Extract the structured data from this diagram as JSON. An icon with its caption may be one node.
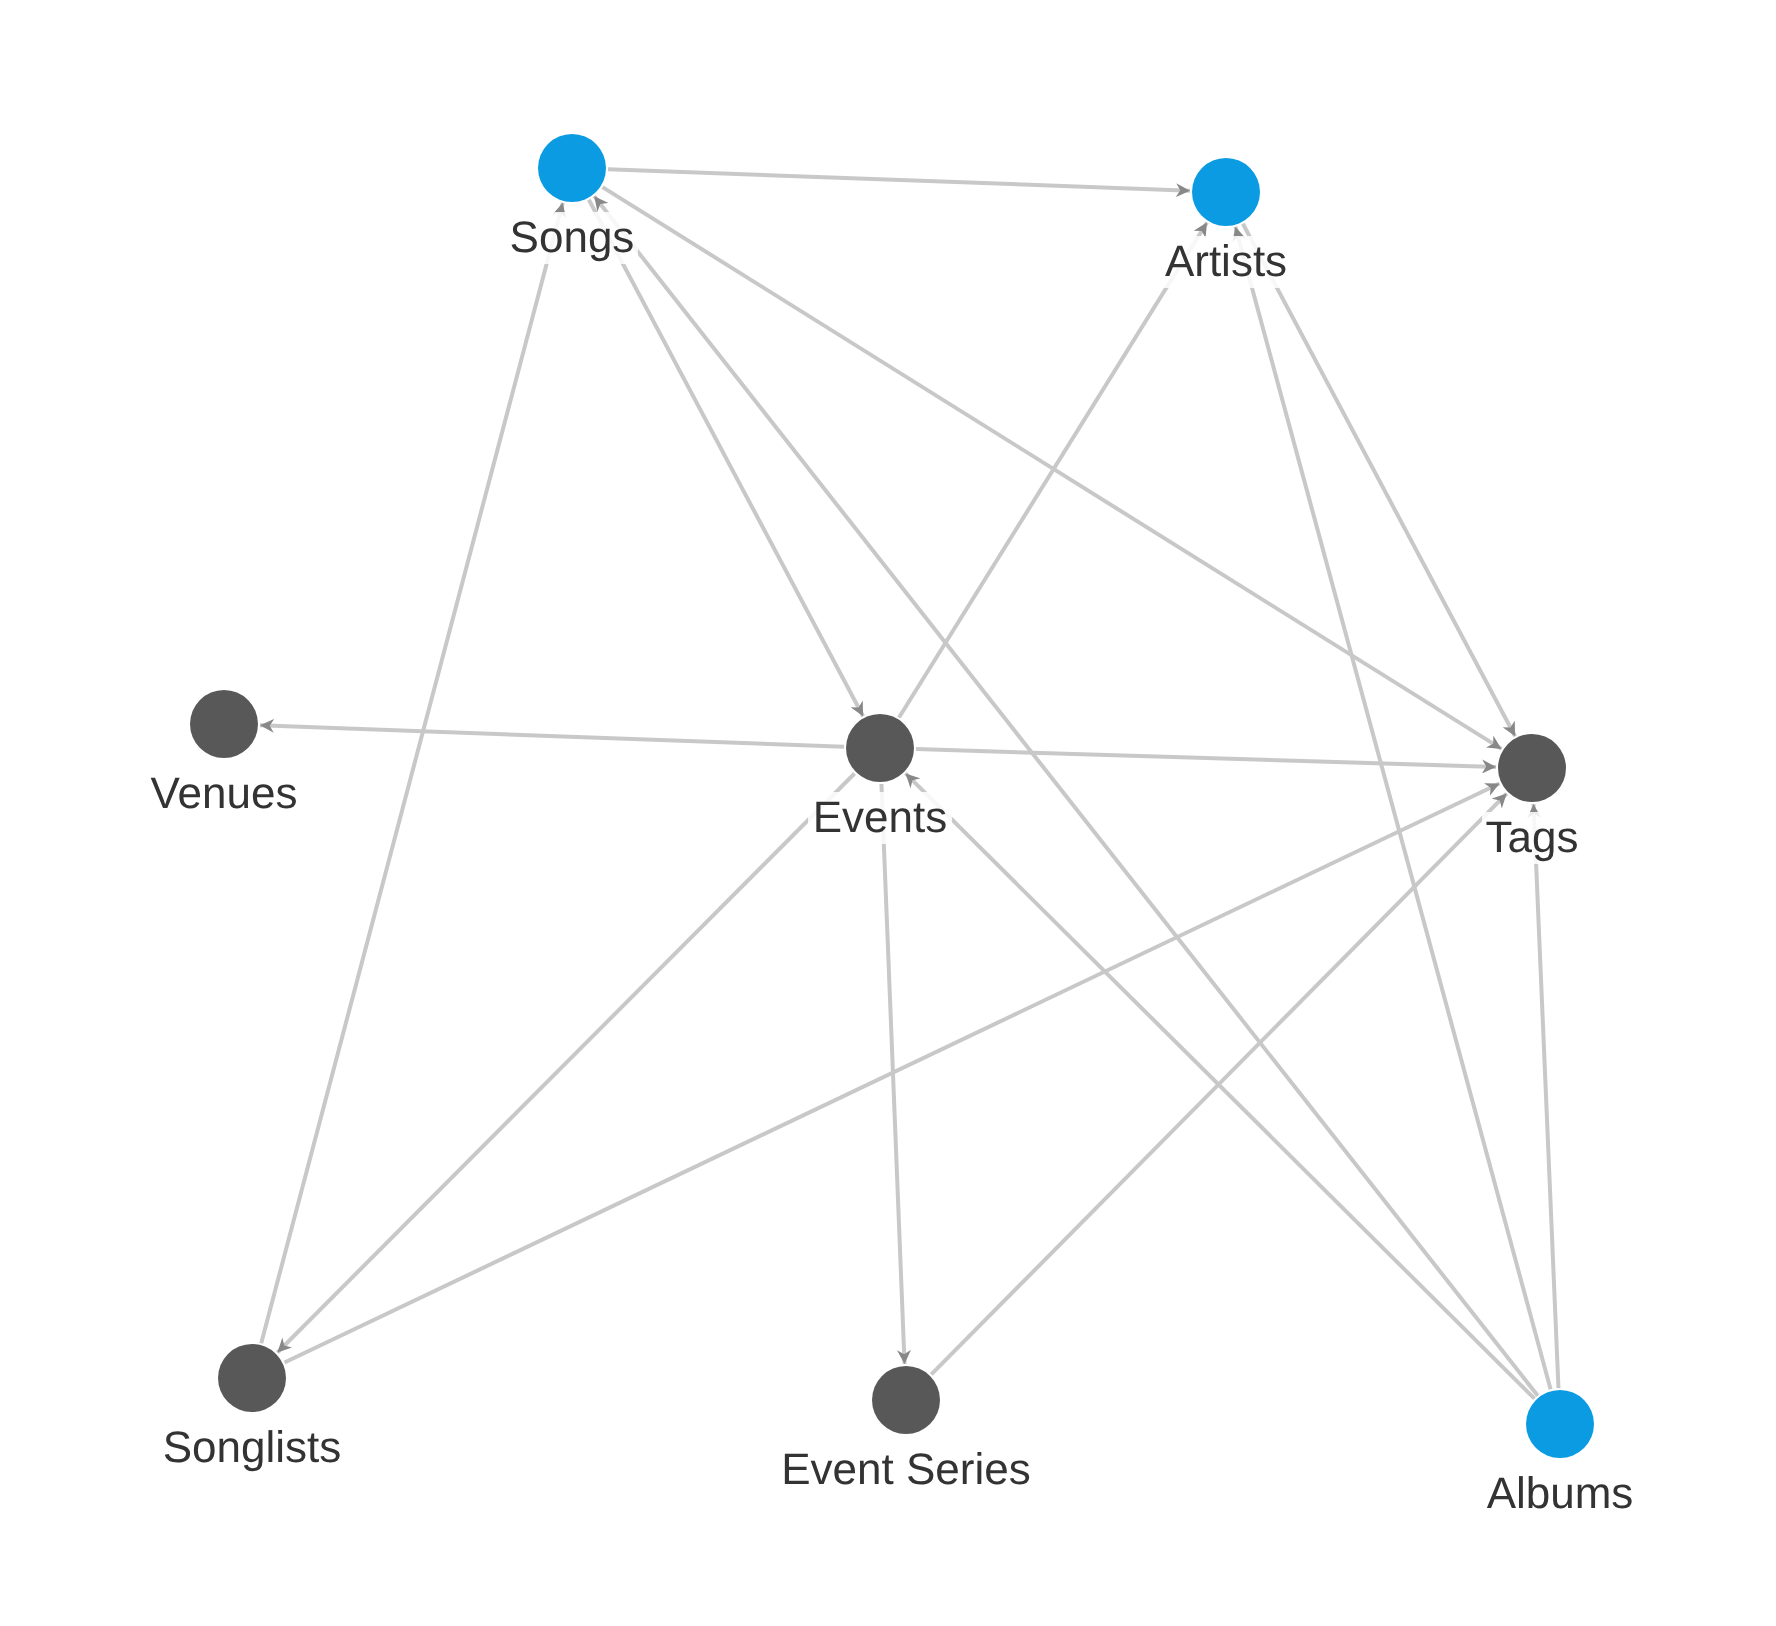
{
  "diagram": {
    "nodes": [
      {
        "text": [
          "Songs"
        ]
      },
      {
        "text": [
          "Artists"
        ]
      },
      {
        "text": [
          "Venues"
        ]
      },
      {
        "text": [
          "Events"
        ]
      },
      {
        "text": [
          "Tags"
        ]
      },
      {
        "text": [
          "Songlists"
        ]
      },
      {
        "text": [
          "Event Series"
        ]
      },
      {
        "text": [
          "Albums"
        ]
      }
    ],
    "edges": [
      {
        "from": 0,
        "to": 1,
        "arrow": "to"
      },
      {
        "from": 0,
        "to": 4,
        "arrow": "to"
      },
      {
        "from": 0,
        "to": 3,
        "arrow": "to"
      },
      {
        "from": 5,
        "to": 0,
        "arrow": "to"
      },
      {
        "from": 7,
        "to": 0,
        "arrow": "to"
      },
      {
        "from": 3,
        "to": 2,
        "arrow": "to"
      },
      {
        "from": 3,
        "to": 4,
        "arrow": "to"
      },
      {
        "from": 3,
        "to": 1,
        "arrow": "to"
      },
      {
        "from": 3,
        "to": 5,
        "arrow": "to"
      },
      {
        "from": 3,
        "to": 6,
        "arrow": "to"
      },
      {
        "from": 6,
        "to": 4,
        "arrow": "to"
      },
      {
        "from": 5,
        "to": 4,
        "arrow": "to"
      },
      {
        "from": 7,
        "to": 3,
        "arrow": "to"
      },
      {
        "from": 7,
        "to": 1,
        "arrow": "to"
      },
      {
        "from": 7,
        "to": 4,
        "arrow": "to"
      },
      {
        "from": 1,
        "to": 4,
        "arrow": "to"
      }
    ]
  }
}
